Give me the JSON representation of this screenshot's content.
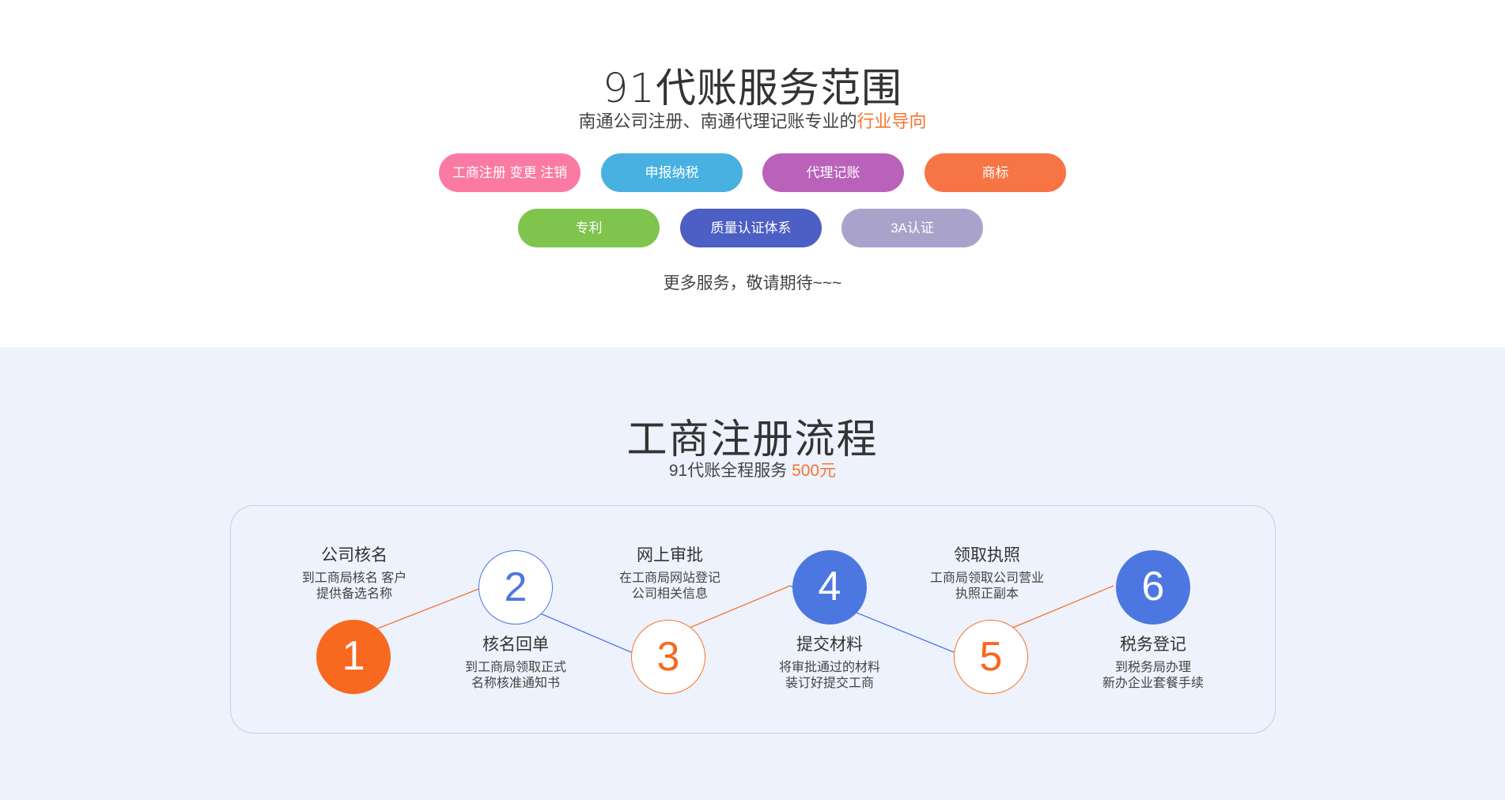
{
  "scope": {
    "title": "91代账服务范围",
    "subtitle_prefix": "南通公司注册、南通代理记账专业的",
    "subtitle_highlight": "行业导向",
    "services": [
      {
        "label": "工商注册 变更 注销",
        "color": "#fb7aa3"
      },
      {
        "label": "申报纳税",
        "color": "#48b1e2"
      },
      {
        "label": "代理记账",
        "color": "#ba62b9"
      },
      {
        "label": "商标",
        "color": "#f77444"
      },
      {
        "label": "专利",
        "color": "#7fc44d"
      },
      {
        "label": "质量认证体系",
        "color": "#4b5fc4"
      },
      {
        "label": "3A认证",
        "color": "#a9a3cb"
      }
    ],
    "more": "更多服务，敬请期待~~~"
  },
  "process": {
    "title": "工商注册流程",
    "subtitle_prefix": "91代账全程服务 ",
    "subtitle_highlight": "500元",
    "steps": [
      {
        "number": "1",
        "title": "公司核名",
        "desc_line1": "到工商局核名 客户",
        "desc_line2": "提供备选名称"
      },
      {
        "number": "2",
        "title": "核名回单",
        "desc_line1": "到工商局领取正式",
        "desc_line2": "名称核准通知书"
      },
      {
        "number": "3",
        "title": "网上审批",
        "desc_line1": "在工商局网站登记",
        "desc_line2": "公司相关信息"
      },
      {
        "number": "4",
        "title": "提交材料",
        "desc_line1": "将审批通过的材料",
        "desc_line2": "装订好提交工商"
      },
      {
        "number": "5",
        "title": "领取执照",
        "desc_line1": "工商局领取公司营业",
        "desc_line2": "执照正副本"
      },
      {
        "number": "6",
        "title": "税务登记",
        "desc_line1": "到税务局办理",
        "desc_line2": "新办企业套餐手续"
      }
    ],
    "colors": {
      "orange": "#f7691f",
      "blue": "#4d77e0"
    }
  }
}
